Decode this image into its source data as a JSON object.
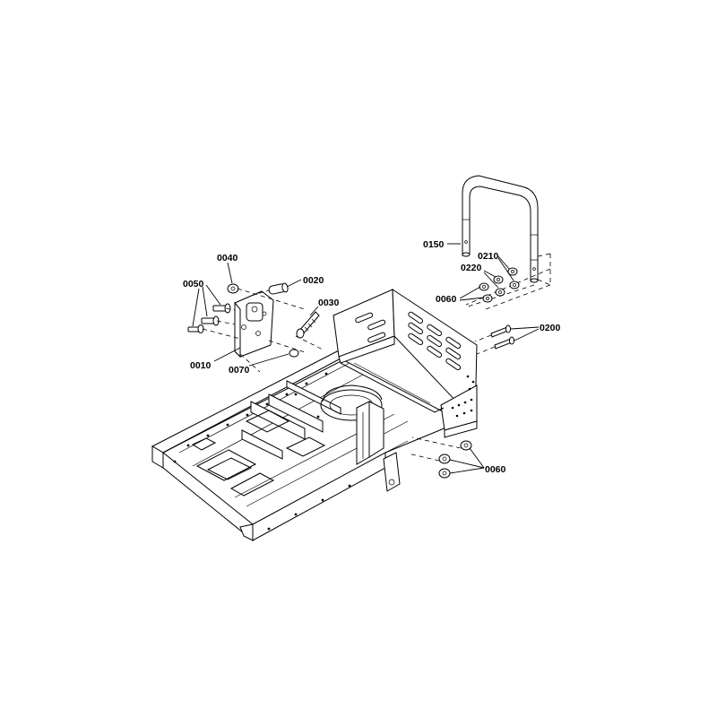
{
  "diagram": {
    "callouts": [
      {
        "id": "c0040",
        "label": "0040"
      },
      {
        "id": "c0020",
        "label": "0020"
      },
      {
        "id": "c0050",
        "label": "0050"
      },
      {
        "id": "c0030",
        "label": "0030"
      },
      {
        "id": "c0010",
        "label": "0010"
      },
      {
        "id": "c0070",
        "label": "0070"
      },
      {
        "id": "c0150",
        "label": "0150"
      },
      {
        "id": "c0210",
        "label": "0210"
      },
      {
        "id": "c0220",
        "label": "0220"
      },
      {
        "id": "c0060a",
        "label": "0060"
      },
      {
        "id": "c0200",
        "label": "0200"
      },
      {
        "id": "c0060b",
        "label": "0060"
      }
    ]
  }
}
